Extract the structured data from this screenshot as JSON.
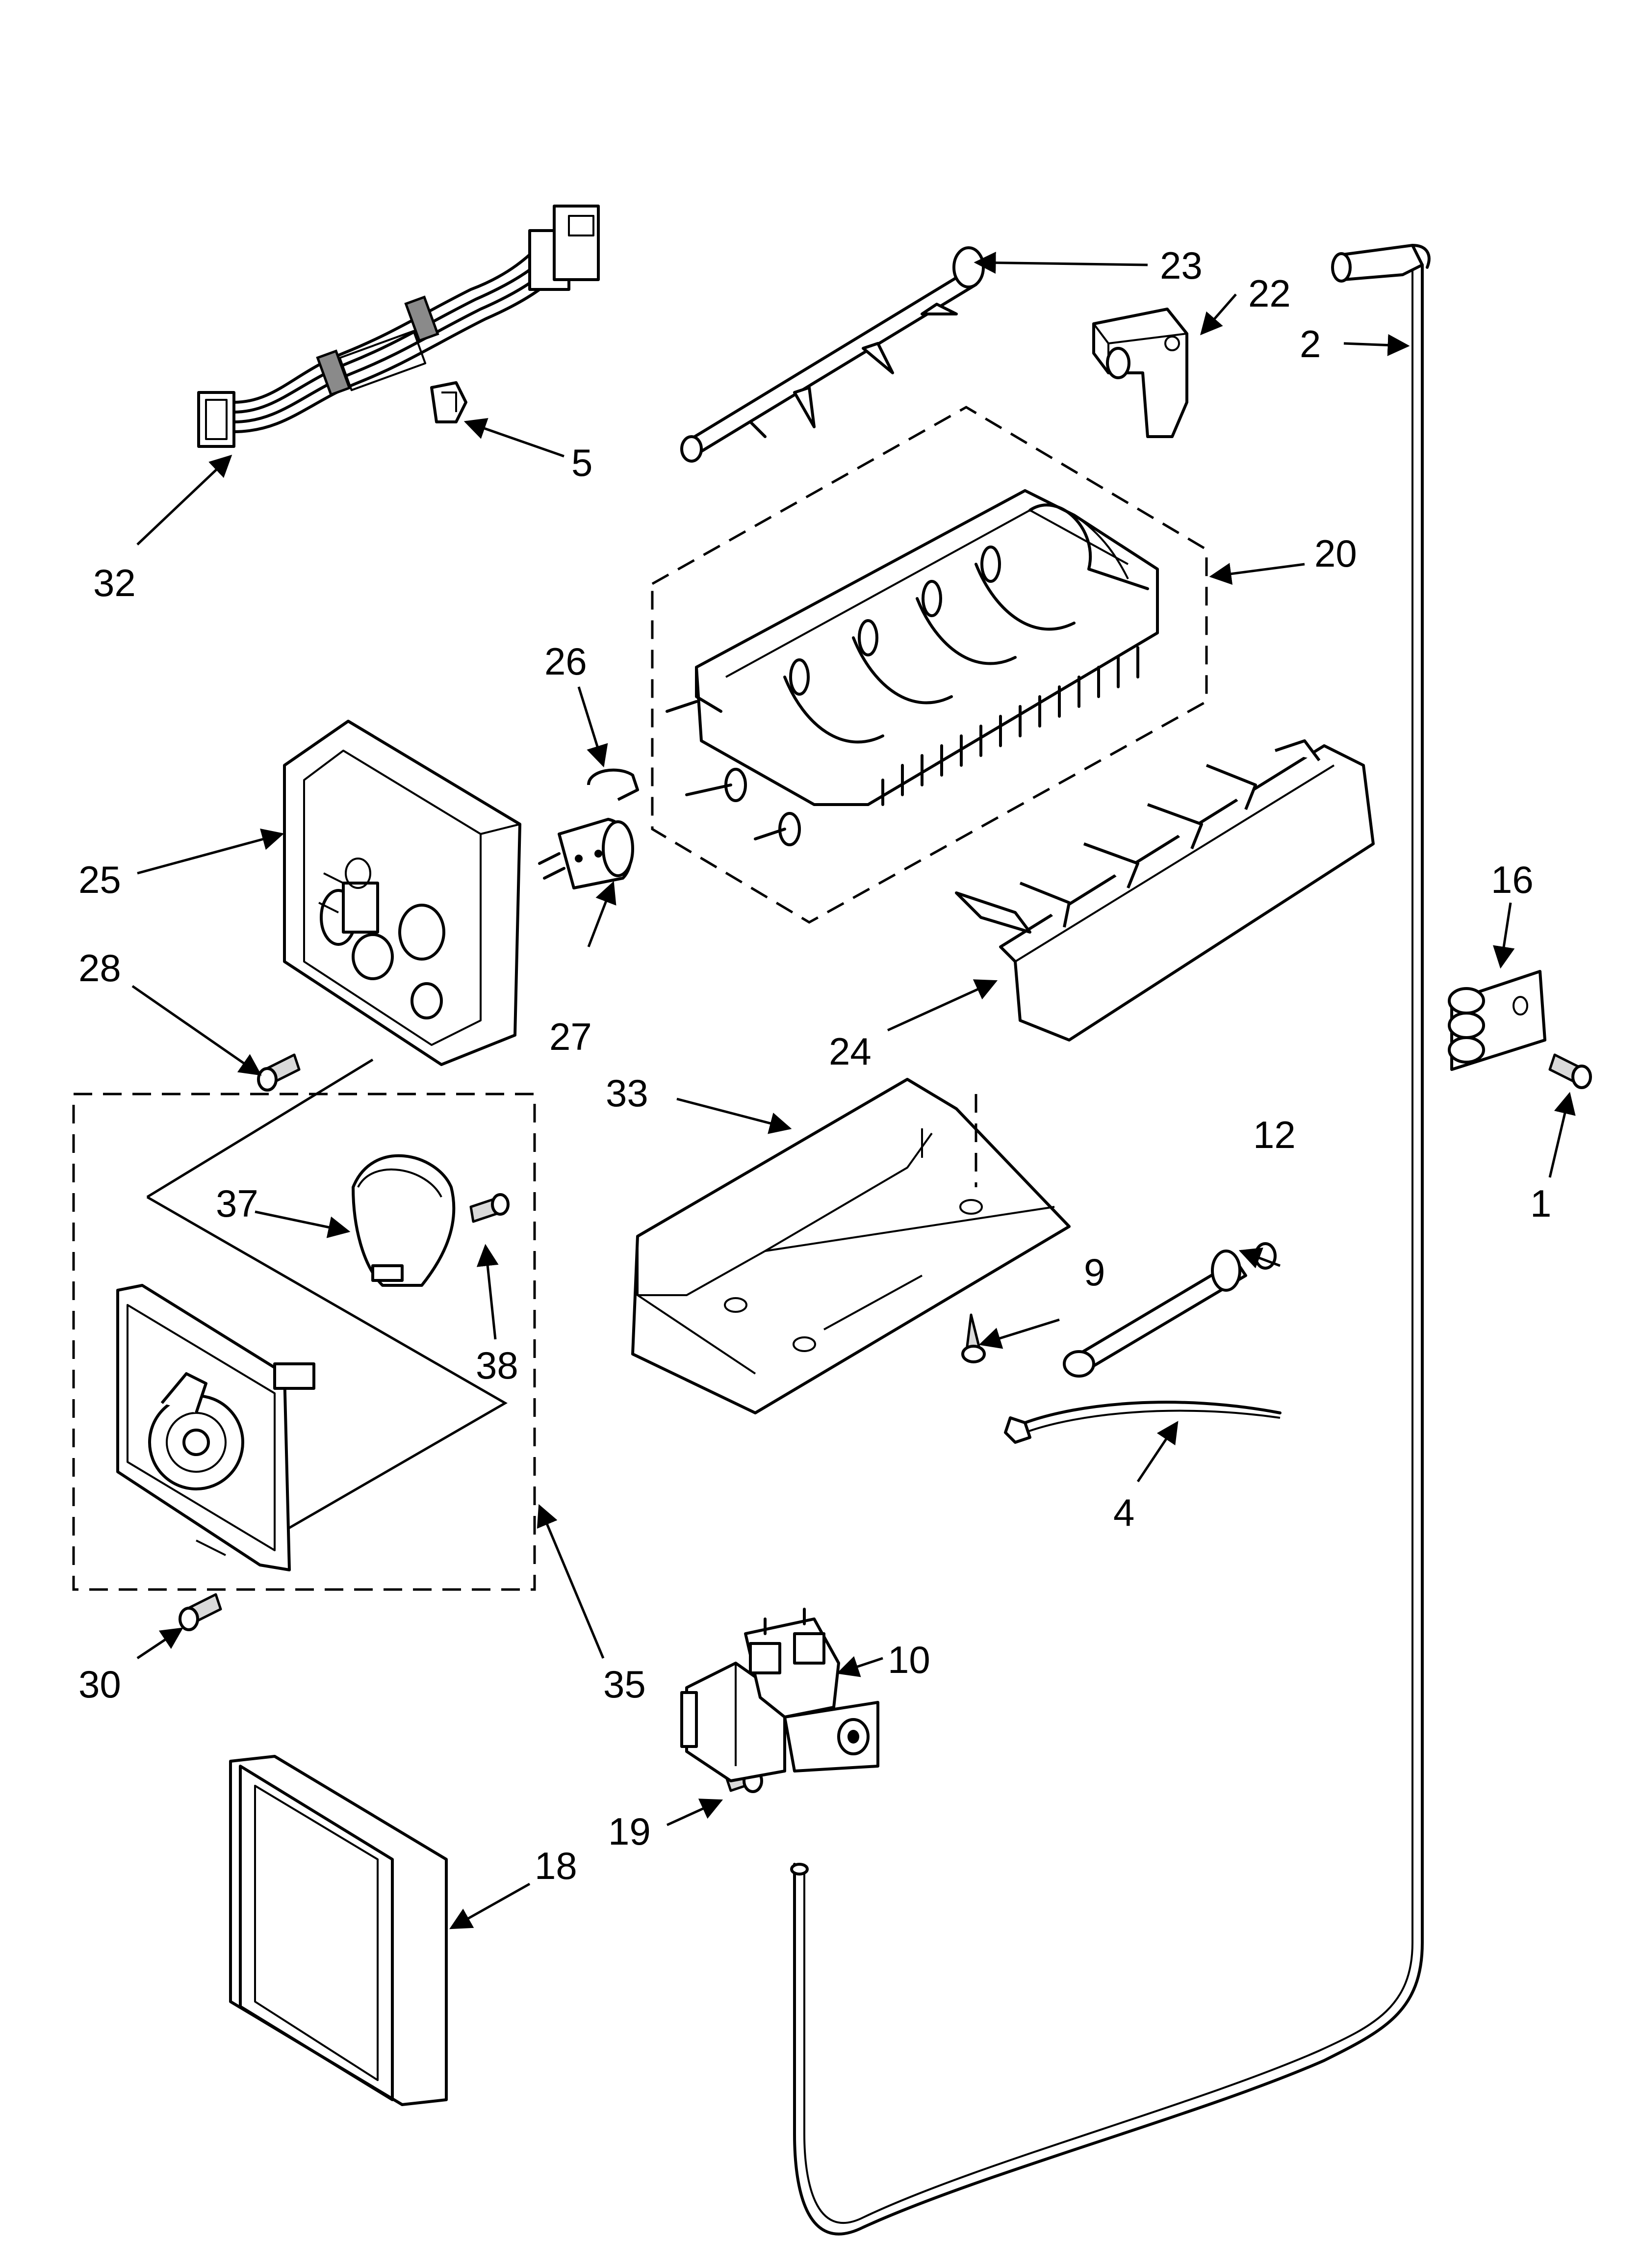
{
  "diagram": {
    "parts": [
      {
        "id": "label-1",
        "text": "1"
      },
      {
        "id": "label-2",
        "text": "2"
      },
      {
        "id": "label-4",
        "text": "4"
      },
      {
        "id": "label-5",
        "text": "5"
      },
      {
        "id": "label-9",
        "text": "9"
      },
      {
        "id": "label-10",
        "text": "10"
      },
      {
        "id": "label-12",
        "text": "12"
      },
      {
        "id": "label-16",
        "text": "16"
      },
      {
        "id": "label-18",
        "text": "18"
      },
      {
        "id": "label-19",
        "text": "19"
      },
      {
        "id": "label-20",
        "text": "20"
      },
      {
        "id": "label-22",
        "text": "22"
      },
      {
        "id": "label-23",
        "text": "23"
      },
      {
        "id": "label-24",
        "text": "24"
      },
      {
        "id": "label-25",
        "text": "25"
      },
      {
        "id": "label-26",
        "text": "26"
      },
      {
        "id": "label-27",
        "text": "27"
      },
      {
        "id": "label-28",
        "text": "28"
      },
      {
        "id": "label-30",
        "text": "30"
      },
      {
        "id": "label-32",
        "text": "32"
      },
      {
        "id": "label-33",
        "text": "33"
      },
      {
        "id": "label-35",
        "text": "35"
      },
      {
        "id": "label-37",
        "text": "37"
      },
      {
        "id": "label-38",
        "text": "38"
      }
    ]
  }
}
